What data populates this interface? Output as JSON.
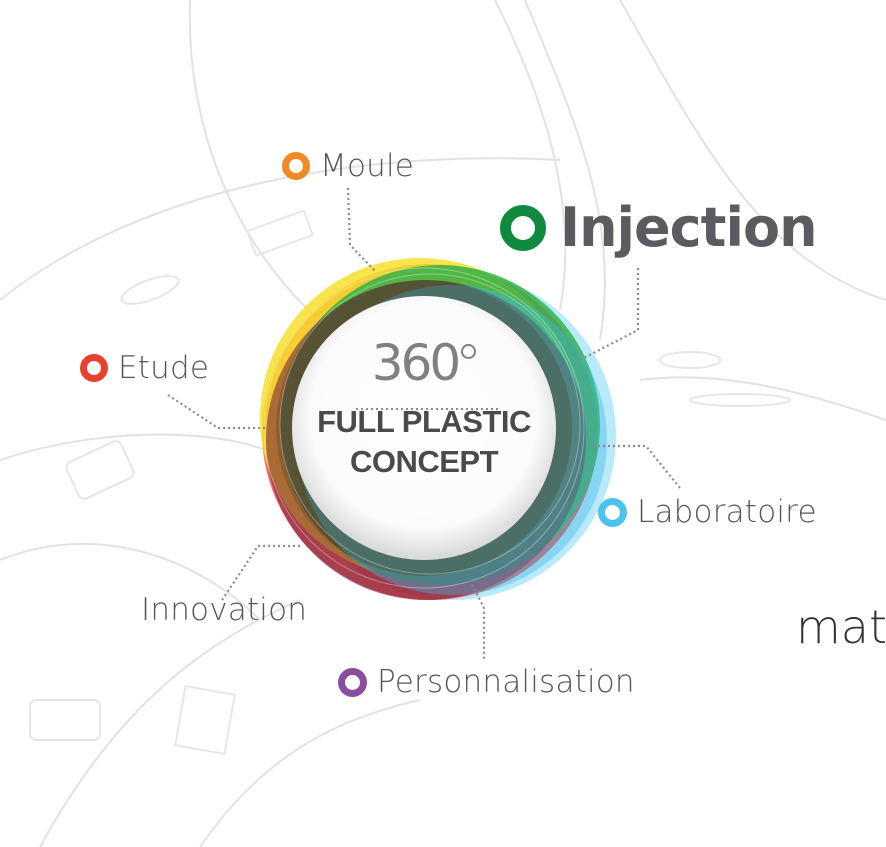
{
  "center": {
    "badge": "360",
    "title_line1": "FULL PLASTIC",
    "title_line2": "CONCEPT"
  },
  "nodes": {
    "moule": {
      "label": "Moule",
      "color": "#f08a24"
    },
    "injection": {
      "label": "Injection",
      "color": "#0f8a3f"
    },
    "etude": {
      "label": "Etude",
      "color": "#e9412d"
    },
    "laboratoire": {
      "label": "Laboratoire",
      "color": "#4bc3ee"
    },
    "innovation": {
      "label": "Innovation"
    },
    "personnalisation": {
      "label": "Personnalisation",
      "color": "#8a4e9e"
    }
  },
  "cut_off_text": "mat",
  "colors": {
    "label_text": "#555659",
    "connector": "#8a8a8a"
  }
}
